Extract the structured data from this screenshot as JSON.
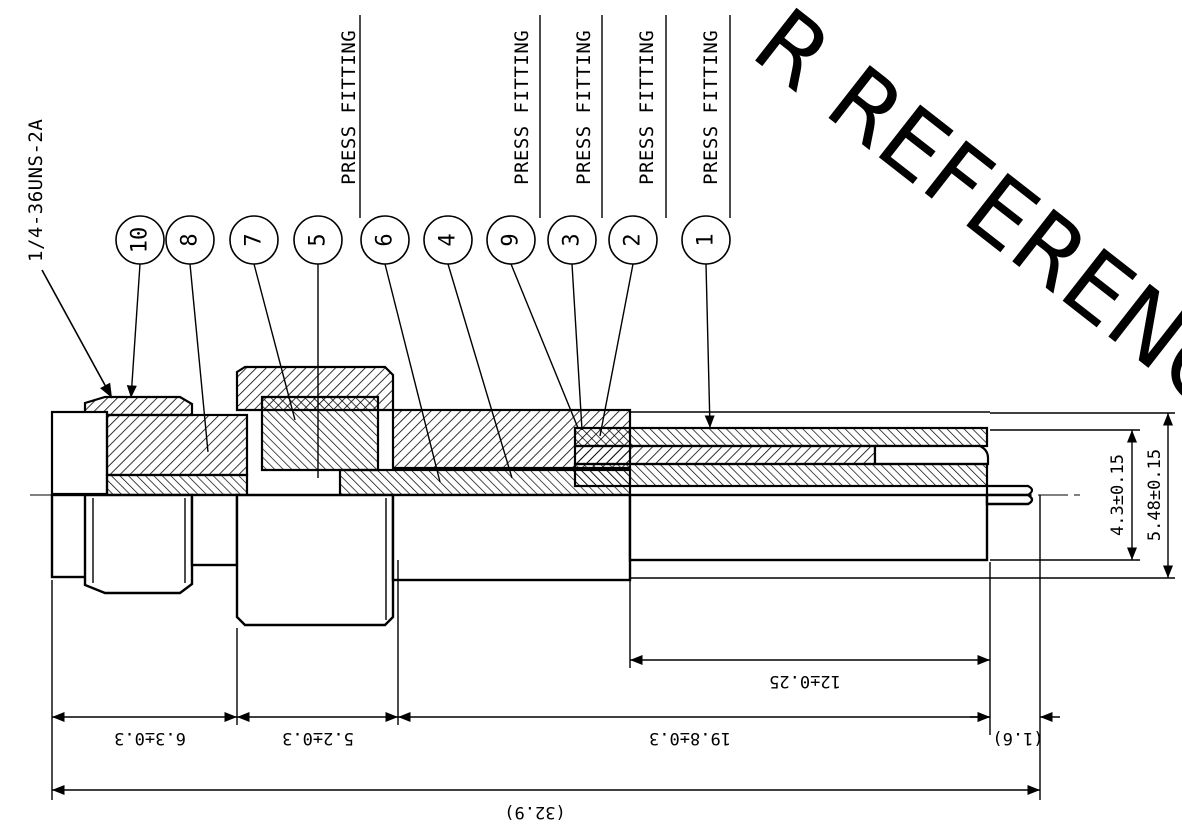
{
  "thread_spec": "1/4-36UNS-2A",
  "watermark": "R REFERENC",
  "press_fitting_label": "PRESS FITTING",
  "balloons": [
    "10",
    "8",
    "7",
    "5",
    "6",
    "4",
    "9",
    "3",
    "2",
    "1"
  ],
  "dimensions": {
    "d1": "6.3±0.3",
    "d2": "5.2±0.3",
    "d3": "19.8±0.3",
    "d4": "(1.6)",
    "overall": "(32.9)",
    "d12": "12±0.25",
    "dia_inner": "4.3±0.15",
    "dia_outer": "5.48±0.15"
  }
}
